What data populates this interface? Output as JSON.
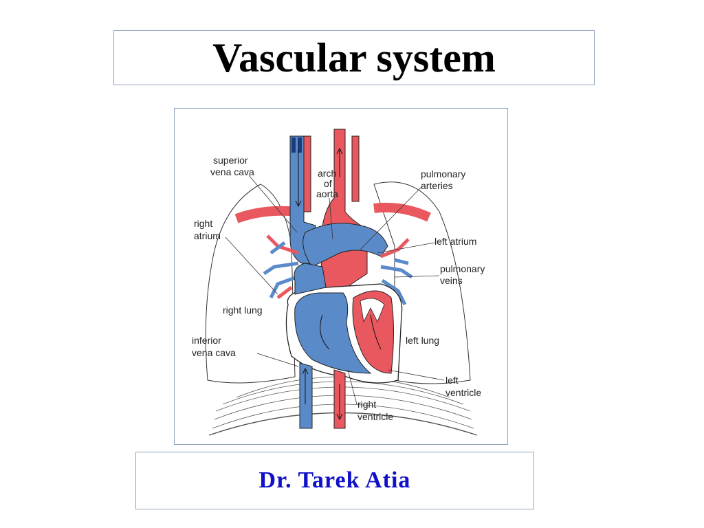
{
  "slide": {
    "title": "Vascular system",
    "author": "Dr. Tarek Atia"
  },
  "diagram": {
    "labels": {
      "superior_vena_cava": [
        "superior",
        "vena cava"
      ],
      "arch_of_aorta": [
        "arch",
        "of",
        "aorta"
      ],
      "pulmonary_arteries": [
        "pulmonary",
        "arteries"
      ],
      "right_atrium": [
        "right",
        "atrium"
      ],
      "left_atrium": [
        "left atrium"
      ],
      "pulmonary_veins": [
        "pulmonary",
        "veins"
      ],
      "right_lung": [
        "right lung"
      ],
      "left_lung": [
        "left lung"
      ],
      "inferior_vena_cava": [
        "inferior",
        "vena cava"
      ],
      "left_ventricle": [
        "left",
        "ventricle"
      ],
      "right_ventricle": [
        "right",
        "ventricle"
      ]
    },
    "colors": {
      "deoxygenated": "#5b8ac9",
      "oxygenated": "#e8585e",
      "outline": "#222222",
      "title_border": "#8ea3c0",
      "author_text": "#1010c8"
    }
  }
}
